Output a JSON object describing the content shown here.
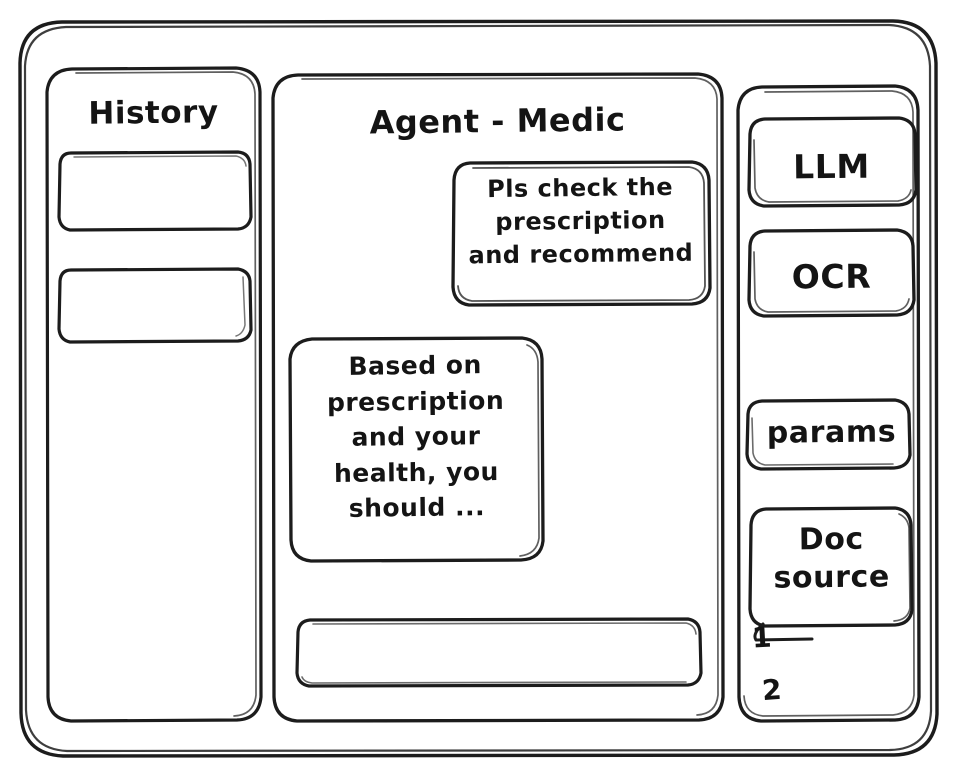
{
  "window": {
    "name": "agent-wireframe-window"
  },
  "sidebar": {
    "title": "History",
    "items": [
      {
        "label": ""
      },
      {
        "label": ""
      }
    ]
  },
  "main": {
    "title": "Agent - Medic",
    "messages": [
      {
        "role": "user",
        "text": "Pls check the\nprescription\nand recommend"
      },
      {
        "role": "assistant",
        "text": "Based on\nprescription\nand your\nhealth, you\nshould ..."
      }
    ],
    "composer": {
      "value": "",
      "placeholder": ""
    }
  },
  "tools": {
    "buttons": [
      {
        "label": "LLM",
        "name": "llm"
      },
      {
        "label": "OCR",
        "name": "ocr"
      },
      {
        "label": "params",
        "name": "params"
      },
      {
        "label": "Doc\nsource",
        "name": "doc-source"
      }
    ],
    "doc_sources": [
      {
        "label": "1"
      },
      {
        "label": "2"
      }
    ]
  },
  "style": {
    "stroke_color": "#1c1c1c",
    "background_color": "#ffffff"
  }
}
